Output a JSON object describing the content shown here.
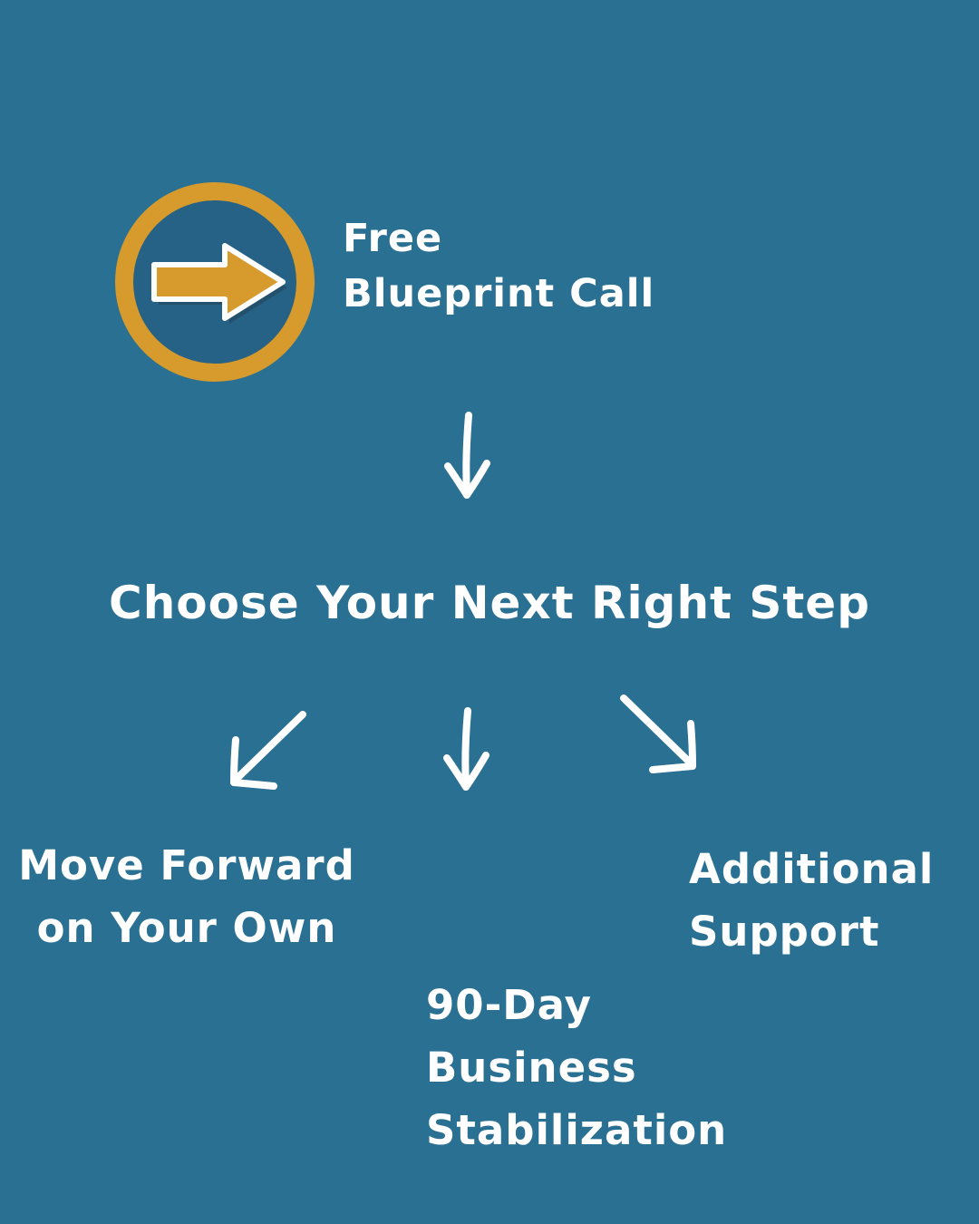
{
  "colors": {
    "background": "#2a7092",
    "gold": "#d69a2d",
    "badge_inner": "#266285",
    "text": "#ffffff"
  },
  "flow": {
    "top_step": {
      "line1": "Free",
      "line2": "Blueprint Call"
    },
    "heading": "Choose Your Next Right Step",
    "options": {
      "left": {
        "line1": "Move Forward",
        "line2": "on Your Own"
      },
      "center": {
        "line1": "90-Day",
        "line2": "Business",
        "line3": "Stabilization"
      },
      "right": {
        "line1": "Additional",
        "line2": "Support"
      }
    }
  }
}
